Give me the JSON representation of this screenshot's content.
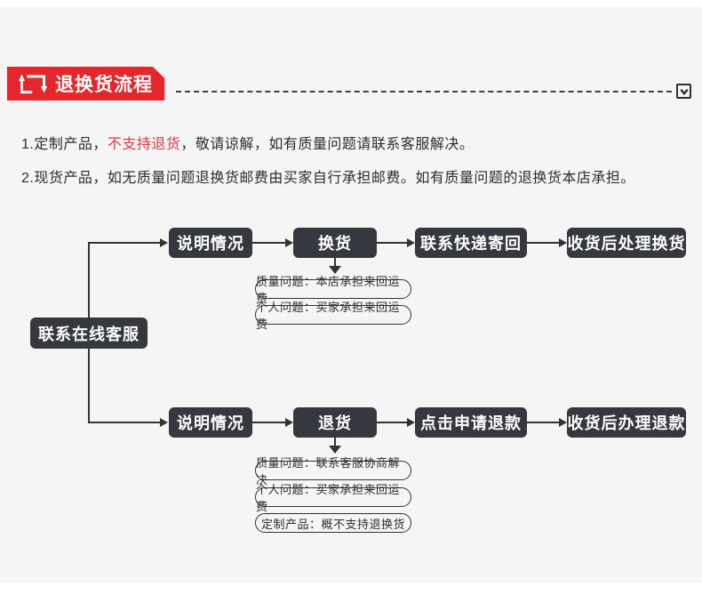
{
  "panel": {
    "bg": "#f5f5f6"
  },
  "header": {
    "title": "退换货流程",
    "banner_color": "#e5262c",
    "title_color": "#ffffff",
    "icon": "exchange-arrows-icon",
    "collapse_icon": "chevron-down-icon"
  },
  "notices": {
    "line1_prefix": "1.定制产品，",
    "line1_highlight": "不支持退货",
    "line1_highlight_color": "#e8393d",
    "line1_suffix": "，敬请谅解，如有质量问题请联系客服解决。",
    "line2": "2.现货产品，如无质量问题退换货邮费由买家自行承担邮费。如有质量问题的退换货本店承担。"
  },
  "flow": {
    "box_color": "#35383f",
    "line_color": "#333333",
    "root": "联系在线客服",
    "row1": {
      "step1": "说明情况",
      "step2": "换货",
      "step3": "联系快递寄回",
      "step4": "收货后处理换货",
      "note1": "质量问题：本店承担来回运费",
      "note2": "个人问题：买家承担来回运费"
    },
    "row2": {
      "step1": "说明情况",
      "step2": "退货",
      "step3": "点击申请退款",
      "step4": "收货后办理退款",
      "note1": "质量问题：联系客服协商解决",
      "note2": "个人问题：买家承担来回运费",
      "note3": "定制产品：概不支持退换货"
    }
  }
}
